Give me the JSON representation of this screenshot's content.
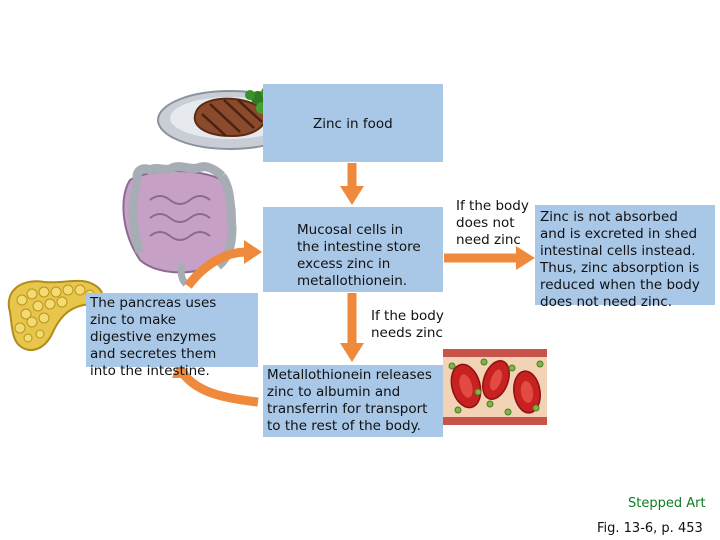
{
  "boxes": {
    "food": "Zinc in food",
    "mucosal": "Mucosal cells in\nthe intestine store\nexcess zinc in\nmetallothionein.",
    "pancreas": "   The pancreas uses\nzinc to make\ndigestive enzymes\nand secretes them\ninto the intestine.",
    "release": "Metallothionein releases\nzinc to albumin and\ntransferrin for transport\nto the rest of the body.",
    "excrete": "Zinc is not absorbed\nand is excreted in shed\nintestinal cells instead.\nThus, zinc absorption is\nreduced when the body\ndoes not need zinc."
  },
  "labels": {
    "not_need": "If the body\ndoes not\nneed zinc",
    "needs": "If the body\nneeds zinc"
  },
  "footer": {
    "stepped": "Stepped Art",
    "figref": "Fig. 13-6, p. 453"
  },
  "colors": {
    "box_fill": "#a9c8e8",
    "arrow": "#ef8a3c",
    "stepped_text": "#0d7d22"
  },
  "icons": [
    "steak-plate-icon",
    "intestine-icon",
    "pancreas-icon",
    "blood-vessel-icon"
  ]
}
